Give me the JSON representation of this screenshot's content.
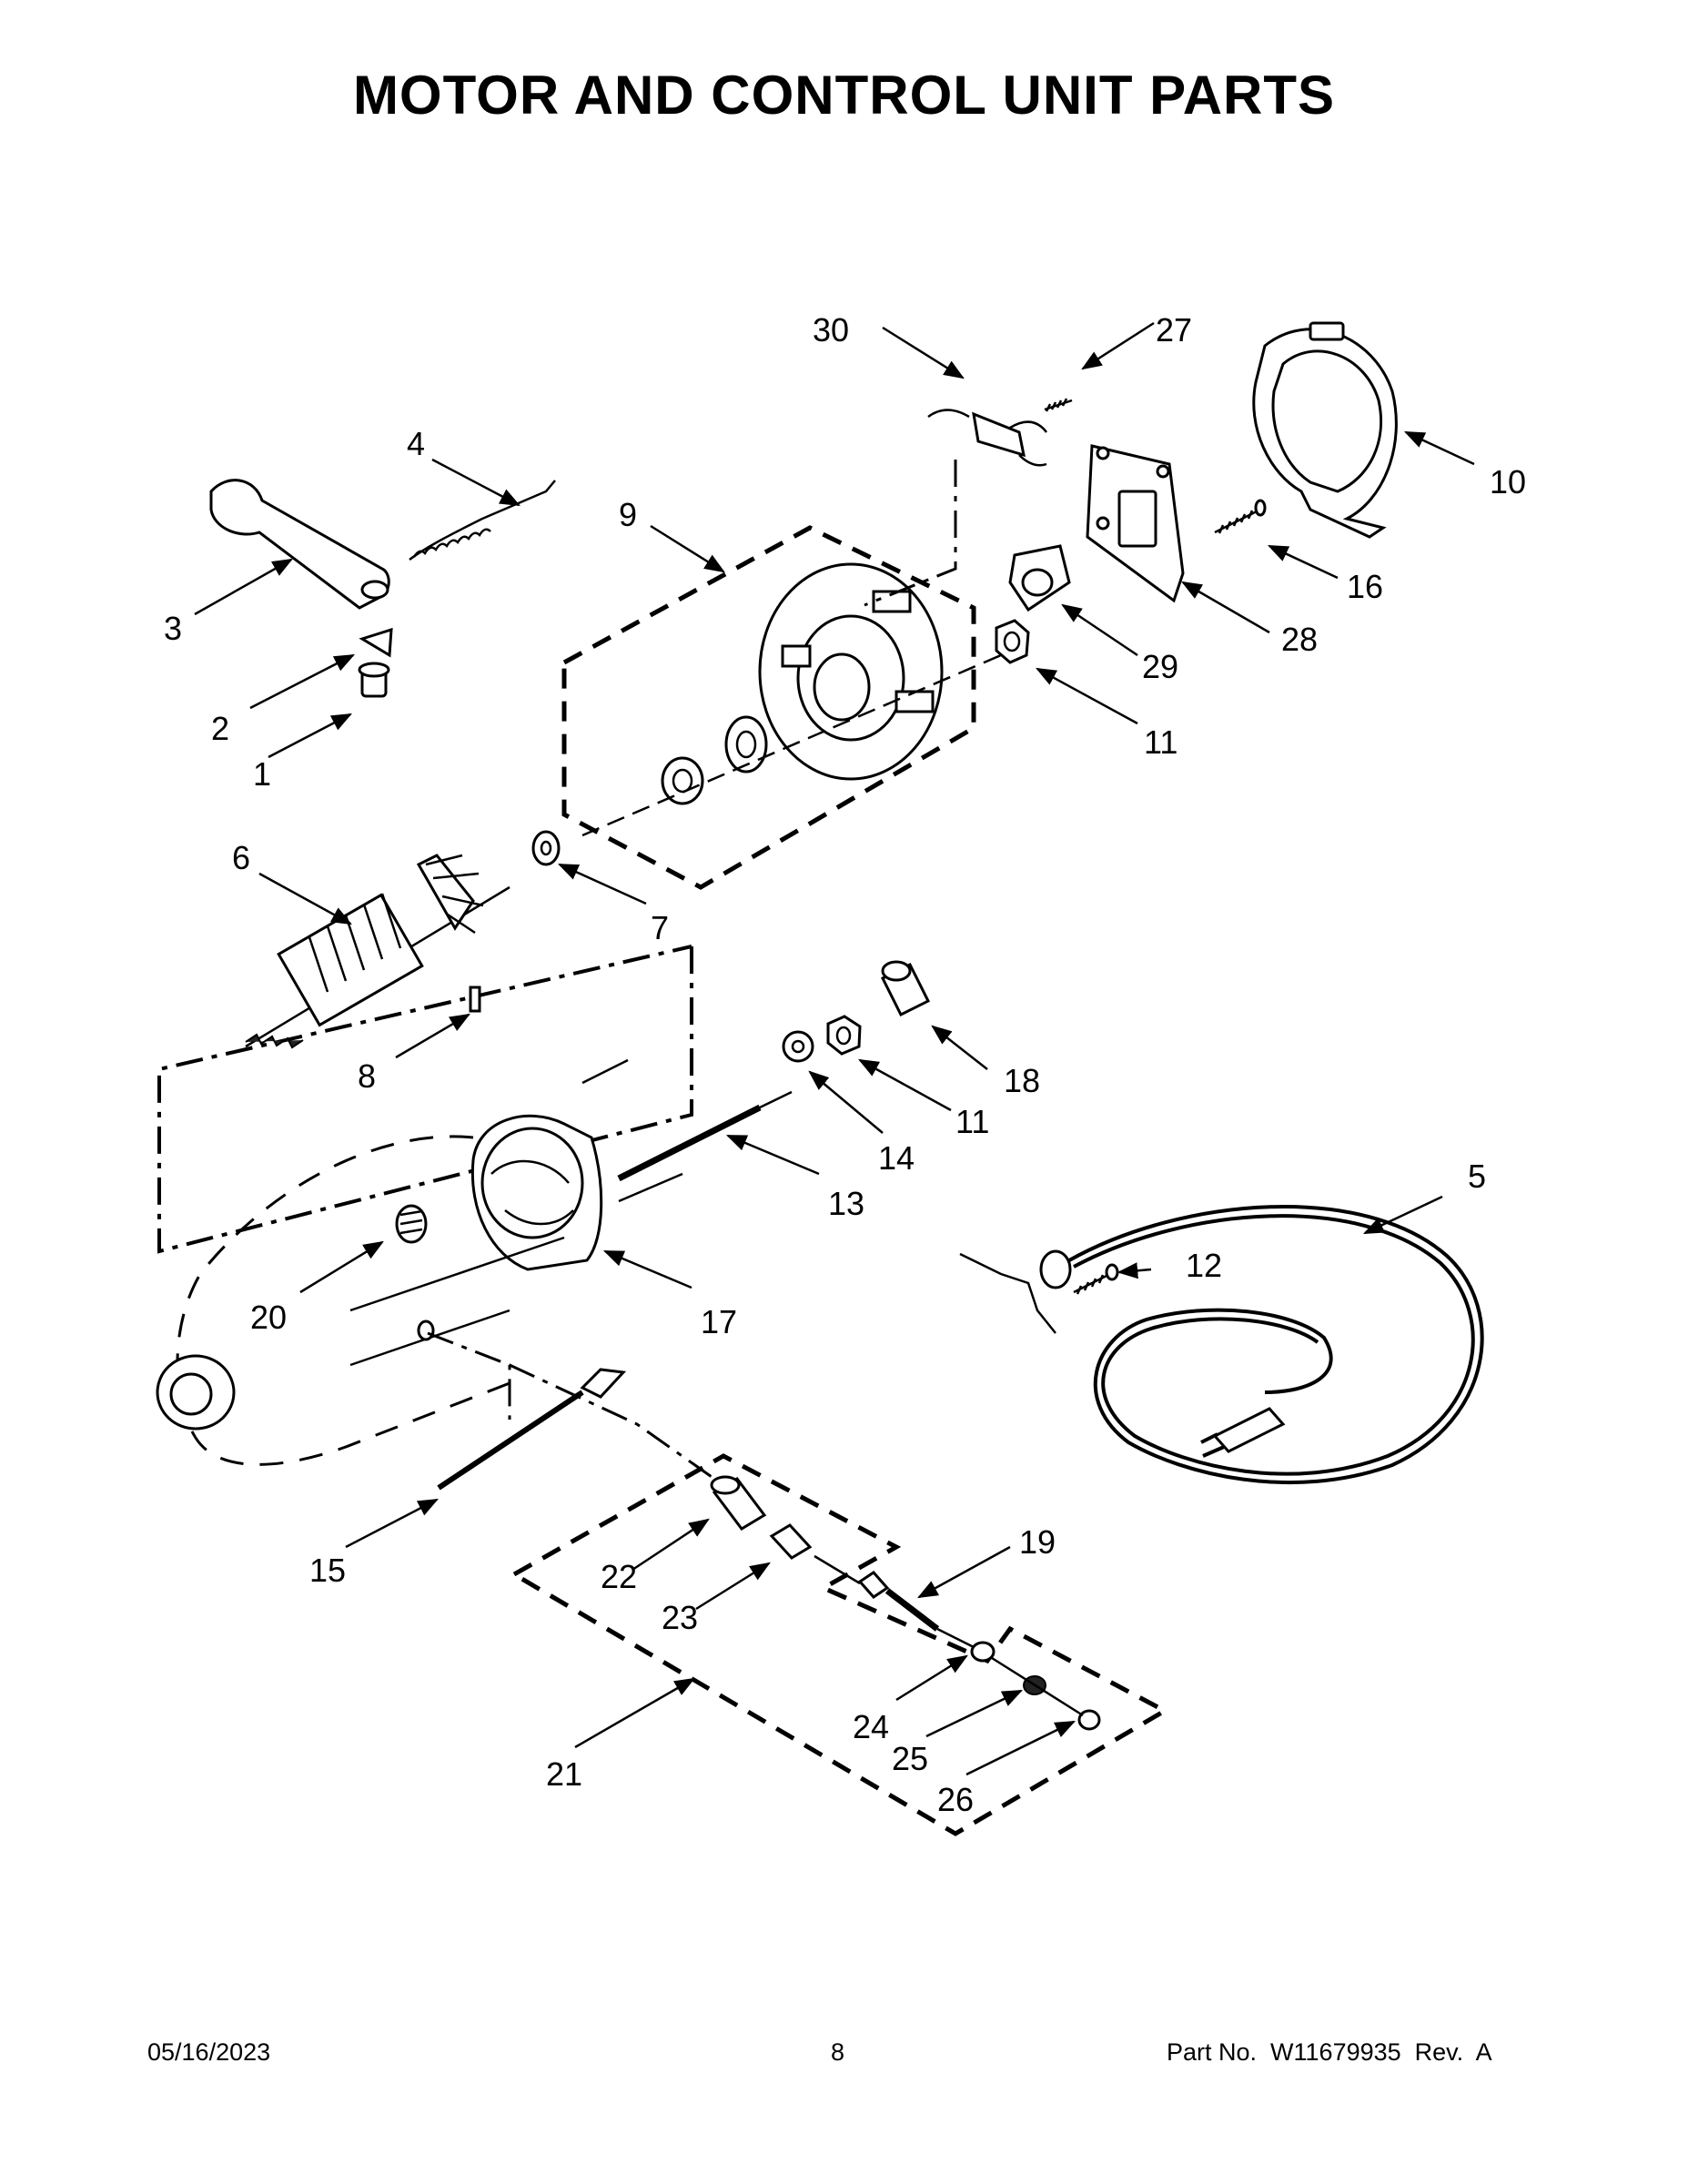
{
  "title": "MOTOR AND CONTROL UNIT PARTS",
  "callouts": {
    "c1": "1",
    "c2": "2",
    "c3": "3",
    "c4": "4",
    "c5": "5",
    "c6": "6",
    "c7": "7",
    "c8": "8",
    "c9": "9",
    "c10": "10",
    "c11a": "11",
    "c11b": "11",
    "c12": "12",
    "c13": "13",
    "c14": "14",
    "c15": "15",
    "c16": "16",
    "c17": "17",
    "c18": "18",
    "c19": "19",
    "c20": "20",
    "c21": "21",
    "c22": "22",
    "c23": "23",
    "c24": "24",
    "c25": "25",
    "c26": "26",
    "c27": "27",
    "c28": "28",
    "c29": "29",
    "c30": "30"
  },
  "footer": {
    "date": "05/16/2023",
    "page": "8",
    "part_number": "Part No.  W11679935  Rev.  A"
  }
}
